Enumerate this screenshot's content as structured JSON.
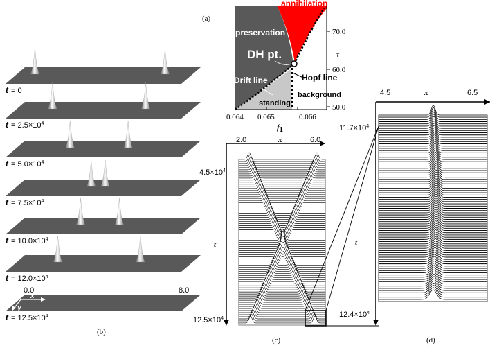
{
  "panel_a": {
    "label": "(a)",
    "regions": {
      "annihilation": "annihilation",
      "preservation": "preservation",
      "dh_point": "DH pt.",
      "drift_line": "Drift line",
      "standing": "standing",
      "hopf_line": "Hopf line",
      "background": "background"
    },
    "colors": {
      "preservation": "#595959",
      "standing": "#c8c8c8",
      "annihilation": "#ff0000"
    },
    "x_axis": {
      "label": "f",
      "subscript": "1",
      "ticks": [
        "0.064",
        "0.065",
        "0.066"
      ]
    },
    "y_axis": {
      "label": "τ",
      "ticks": [
        "50.0",
        "60.0",
        "70.0"
      ]
    }
  },
  "panel_b": {
    "label": "(b)",
    "frames": [
      {
        "t_label": "t",
        "t_value": "= 0",
        "spikes": [
          0.12,
          0.86
        ]
      },
      {
        "t_label": "t",
        "t_value": "= 2.5×10",
        "exp": "4",
        "spikes": [
          0.22,
          0.75
        ]
      },
      {
        "t_label": "t",
        "t_value": "= 5.0×10",
        "exp": "4",
        "spikes": [
          0.32,
          0.65
        ]
      },
      {
        "t_label": "t",
        "t_value": "= 7.5×10",
        "exp": "4",
        "spikes": [
          0.44,
          0.52
        ]
      },
      {
        "t_label": "t",
        "t_value": "= 10.0×10",
        "exp": "4",
        "spikes": [
          0.38,
          0.6
        ]
      },
      {
        "t_label": "t",
        "t_value": "= 12.0×10",
        "exp": "4",
        "spikes": [
          0.25,
          0.72
        ]
      },
      {
        "t_label": "t",
        "t_value": "= 12.5×10",
        "exp": "4",
        "spikes": []
      }
    ],
    "axis_x": "x",
    "axis_y": "y",
    "x_min": "0.0",
    "x_max": "8.0"
  },
  "panel_c": {
    "label": "(c)",
    "x_label": "x",
    "x_min": "2.0",
    "x_max": "6.0",
    "t_label": "t",
    "t_top": "4.5×10",
    "t_top_exp": "4",
    "t_bottom": "12.5×10",
    "t_bottom_exp": "4"
  },
  "panel_d": {
    "label": "(d)",
    "x_label": "x",
    "x_min": "4.5",
    "x_max": "6.5",
    "t_label": "t",
    "t_top": "11.7×10",
    "t_top_exp": "4",
    "t_bottom": "12.4×10",
    "t_bottom_exp": "4"
  }
}
